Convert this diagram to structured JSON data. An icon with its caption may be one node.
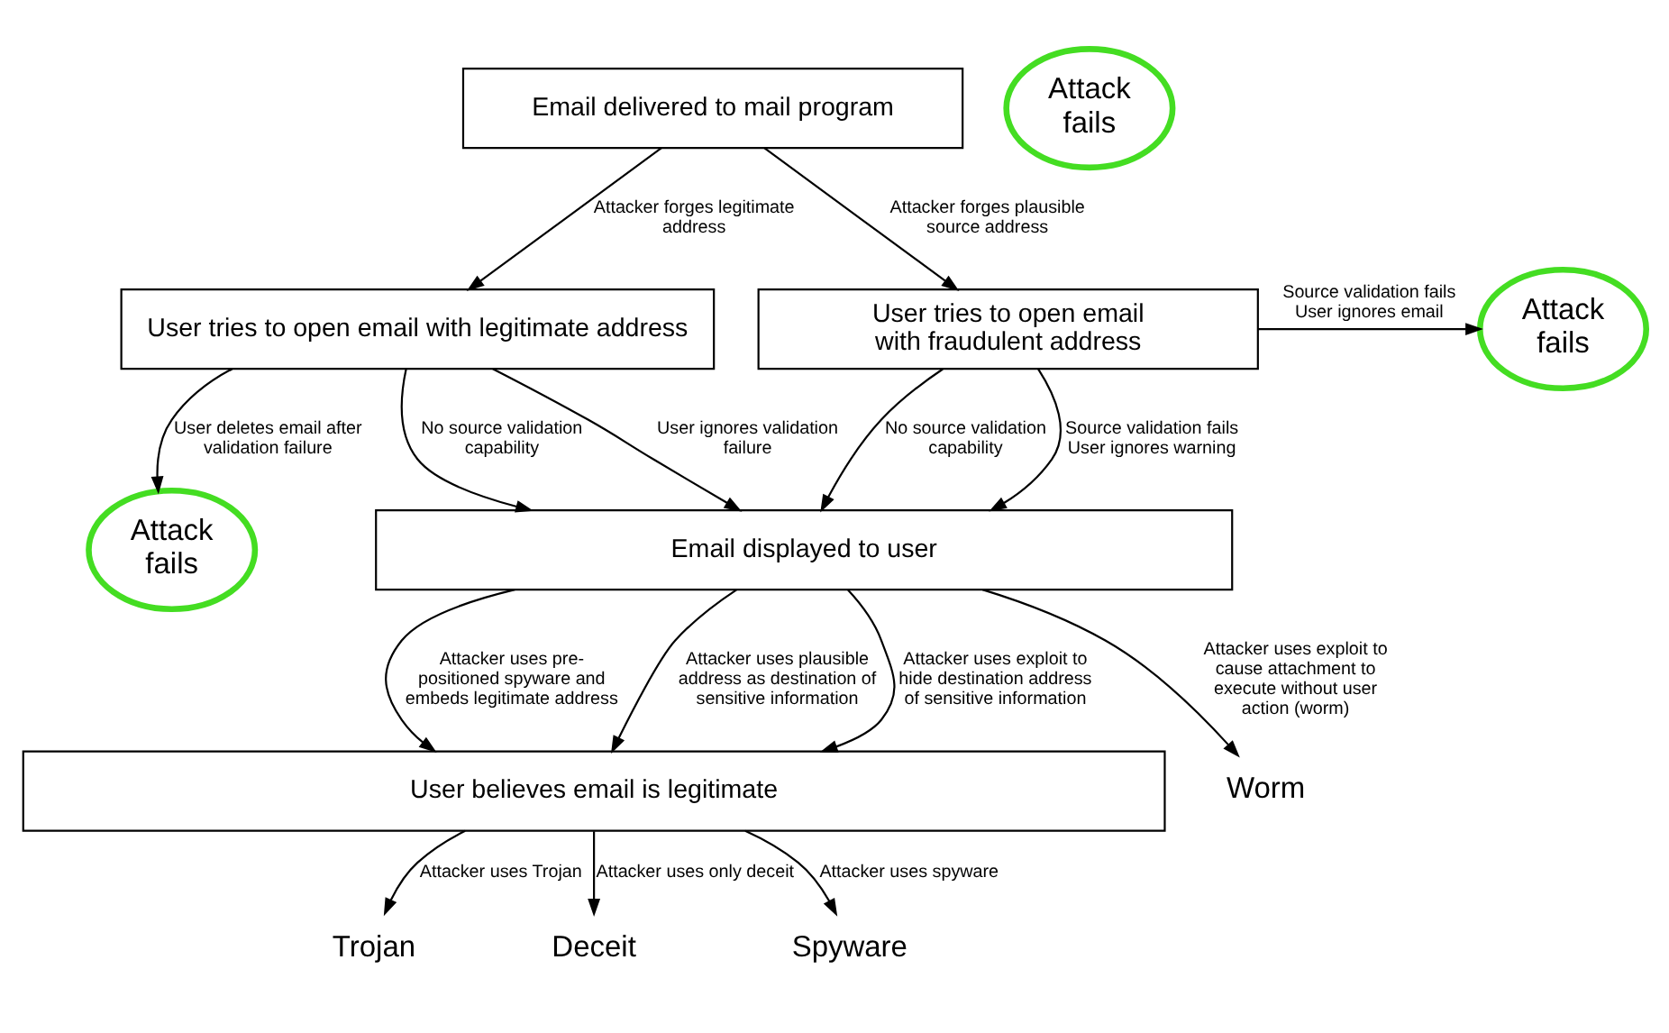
{
  "diagram": {
    "nodes": [
      {
        "text": [
          "Email delivered to mail program"
        ]
      },
      {
        "text": [
          "Attack fails"
        ]
      },
      {
        "text": [
          "User tries to open email with legitimate address"
        ]
      },
      {
        "text": [
          "User tries to open email with fraudulent address"
        ]
      },
      {
        "text": [
          "Attack fails"
        ]
      },
      {
        "text": [
          "Attack fails"
        ]
      },
      {
        "text": [
          "Email displayed to user"
        ]
      },
      {
        "text": [
          "User believes email is legitimate"
        ]
      },
      {
        "text": [
          "Worm"
        ]
      },
      {
        "text": [
          "Trojan"
        ]
      },
      {
        "text": [
          "Deceit"
        ]
      },
      {
        "text": [
          "Spyware"
        ]
      }
    ],
    "edges": [
      {
        "from": 0,
        "to": 2,
        "arrow": "to",
        "label": "Attacker forges legitimate address"
      },
      {
        "from": 0,
        "to": 3,
        "arrow": "to",
        "label": "Attacker forges plausible source address"
      },
      {
        "from": 3,
        "to": 5,
        "arrow": "to",
        "label": "Source validation fails User ignores email"
      },
      {
        "from": 2,
        "to": 4,
        "arrow": "to",
        "label": "User deletes email after validation failure"
      },
      {
        "from": 2,
        "to": 6,
        "arrow": "to",
        "label": "No source validation capability"
      },
      {
        "from": 2,
        "to": 6,
        "arrow": "to",
        "label": "User ignores validation failure"
      },
      {
        "from": 3,
        "to": 6,
        "arrow": "to",
        "label": "No source validation capability"
      },
      {
        "from": 3,
        "to": 6,
        "arrow": "to",
        "label": "Source validation fails User ignores warning"
      },
      {
        "from": 6,
        "to": 8,
        "arrow": "to",
        "label": "Attacker uses exploit to cause attachment to execute without user action (worm)"
      },
      {
        "from": 6,
        "to": 7,
        "arrow": "to",
        "label": "Attacker uses pre-positioned spyware and embeds legitimate address"
      },
      {
        "from": 6,
        "to": 7,
        "arrow": "to",
        "label": "Attacker uses plausible address as destination of sensitive information"
      },
      {
        "from": 6,
        "to": 7,
        "arrow": "to",
        "label": "Attacker uses exploit to hide destination address of sensitive information"
      },
      {
        "from": 7,
        "to": 9,
        "arrow": "to",
        "label": "Attacker uses Trojan"
      },
      {
        "from": 7,
        "to": 10,
        "arrow": "to",
        "label": "Attacker uses only deceit"
      },
      {
        "from": 7,
        "to": 11,
        "arrow": "to",
        "label": "Attacker uses spyware"
      }
    ]
  }
}
